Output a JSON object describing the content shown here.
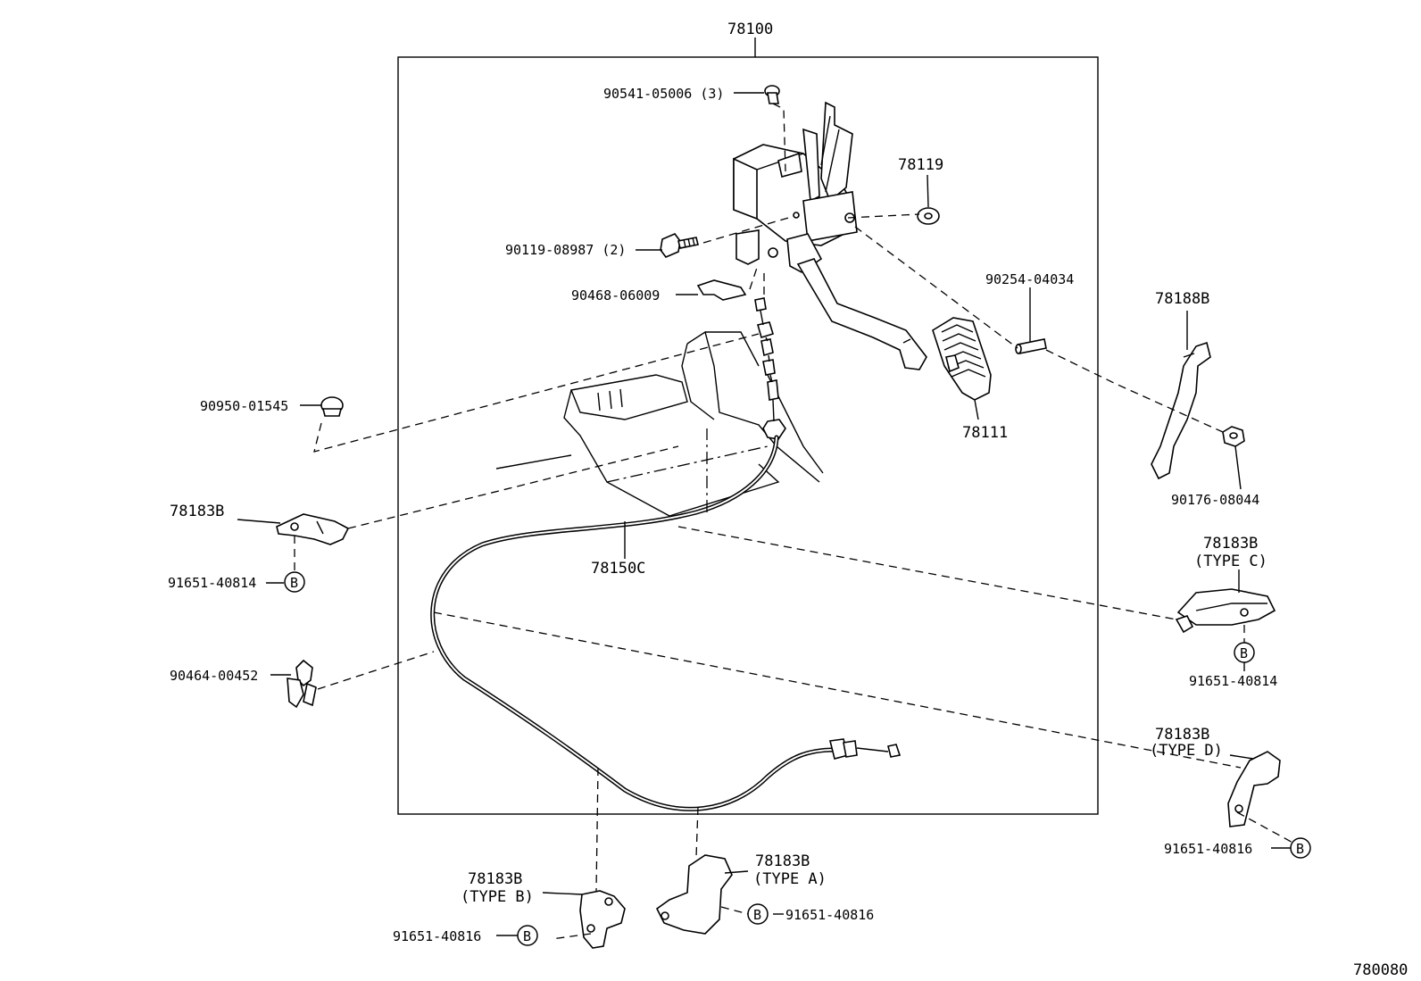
{
  "assembly": "78100",
  "figure_code": "780080",
  "marker": "B",
  "parts": {
    "bolt_top": "90541-05006 (3)",
    "bolt_side": "90119-08987 (2)",
    "clip_plate": "90468-06009",
    "spacer": "78119",
    "pin": "90254-04034",
    "pedal_pad": "78111",
    "plug": "90950-01545",
    "clamp_left": "78183B",
    "clamp_left_bolt": "91651-40814",
    "cable": "78150C",
    "clip": "90464-00452",
    "bracket": "78188B",
    "nut": "90176-08044",
    "clamp_c": "78183B",
    "clamp_c_type": "(TYPE  C)",
    "clamp_c_bolt": "91651-40814",
    "clamp_d": "78183B",
    "clamp_d_type": "(TYPE  D)",
    "clamp_d_bolt": "91651-40816",
    "clamp_b": "78183B",
    "clamp_b_type": "(TYPE  B)",
    "clamp_b_bolt": "91651-40816",
    "clamp_a": "78183B",
    "clamp_a_type": "(TYPE  A)",
    "clamp_a_bolt": "91651-40816"
  }
}
